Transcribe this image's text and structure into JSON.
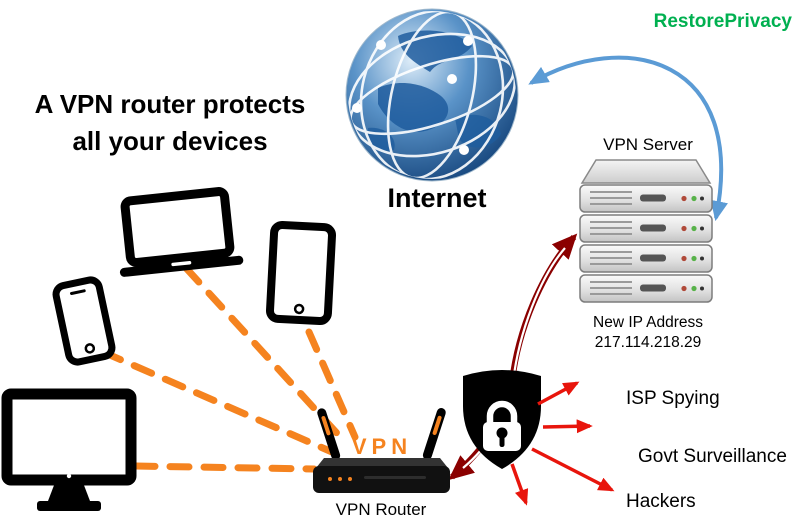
{
  "branding": {
    "label": "RestorePrivacy"
  },
  "title": {
    "line1": "A VPN router protects",
    "line2": "all your devices"
  },
  "internet": {
    "label": "Internet"
  },
  "server": {
    "label": "VPN Server",
    "ip_caption": "New IP Address",
    "ip_address": "217.114.218.29"
  },
  "router": {
    "badge": "VPN",
    "label": "VPN Router"
  },
  "threats": [
    {
      "label": "ISP Spying"
    },
    {
      "label": "Govt Surveillance"
    },
    {
      "label": "Hackers"
    }
  ],
  "devices": [
    {
      "name": "laptop"
    },
    {
      "name": "tablet"
    },
    {
      "name": "smartphone"
    },
    {
      "name": "desktop-monitor"
    }
  ],
  "colors": {
    "brand_green": "#00B050",
    "connection_orange": "#F5831F",
    "tunnel_dark_red": "#8B0000",
    "threat_red": "#E8150C",
    "internet_blue": "#5B9BD5"
  }
}
